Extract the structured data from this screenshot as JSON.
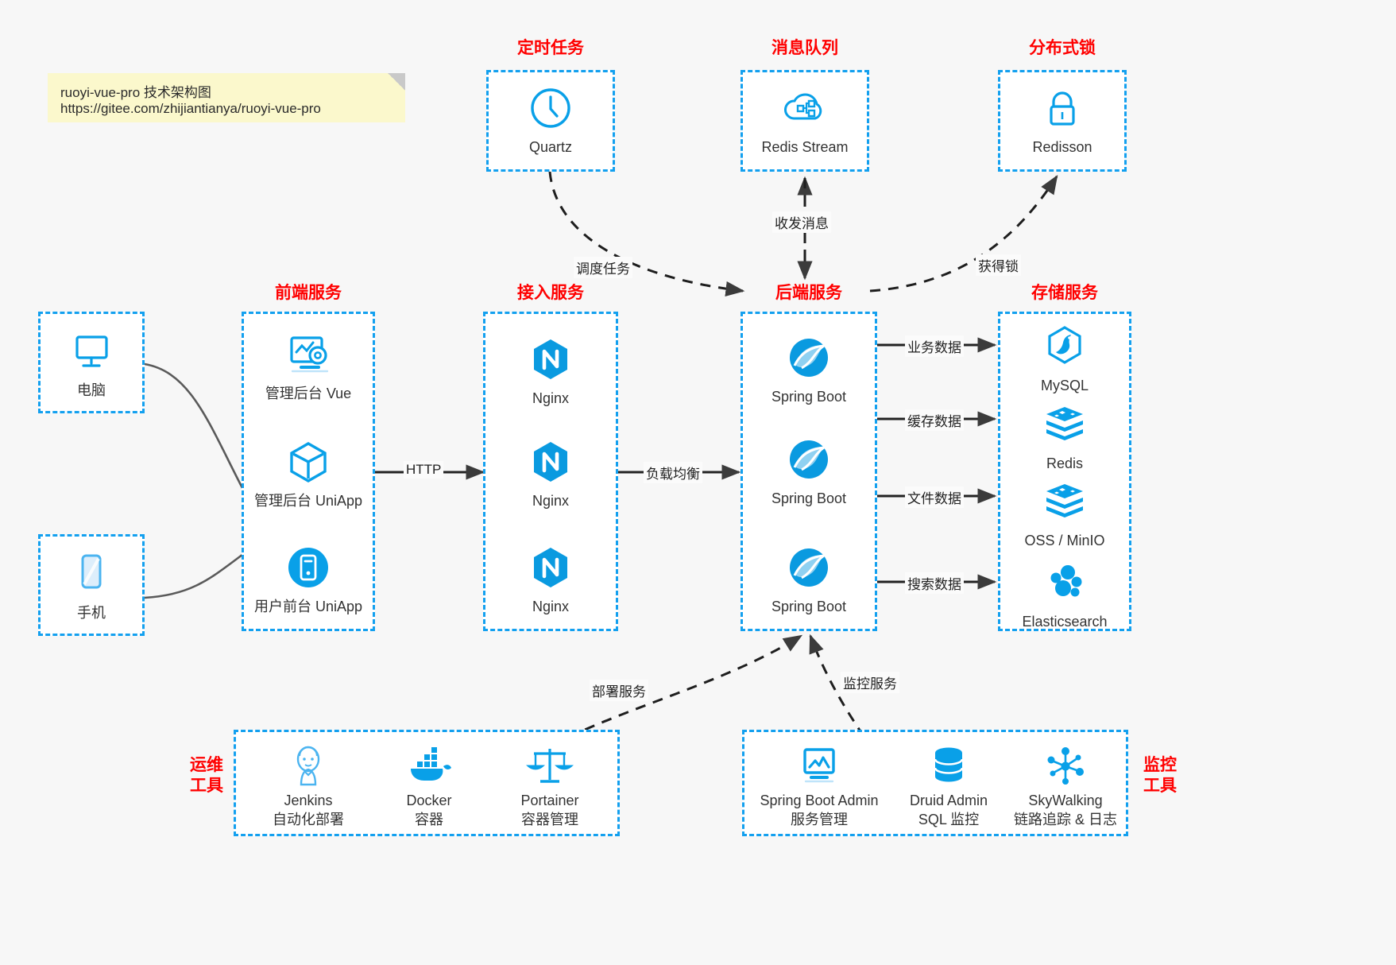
{
  "note": {
    "line1": "ruoyi-vue-pro 技术架构图",
    "line2": "https://gitee.com/zhijiantianya/ruoyi-vue-pro"
  },
  "colors": {
    "brand_blue": "#13a0ef",
    "icon_blue": "#09a0e8",
    "title_red": "#ff0000",
    "canvas": "#f7f7f7",
    "note_yellow": "#fbf8cc",
    "edge_gray": "#4d4d4d"
  },
  "clients": [
    {
      "label": "电脑",
      "icon": "desktop-monitor-icon"
    },
    {
      "label": "手机",
      "icon": "mobile-phone-icon"
    }
  ],
  "groups": {
    "scheduler": {
      "title": "定时任务",
      "nodes": [
        {
          "label": "Quartz",
          "icon": "clock-icon"
        }
      ]
    },
    "mq": {
      "title": "消息队列",
      "nodes": [
        {
          "label": "Redis Stream",
          "icon": "cloud-stream-icon"
        }
      ]
    },
    "lock": {
      "title": "分布式锁",
      "nodes": [
        {
          "label": "Redisson",
          "icon": "lock-icon"
        }
      ]
    },
    "frontend": {
      "title": "前端服务",
      "nodes": [
        {
          "label": "管理后台 Vue",
          "icon": "dashboard-gear-icon"
        },
        {
          "label": "管理后台 UniApp",
          "icon": "cube-icon"
        },
        {
          "label": "用户前台 UniApp",
          "icon": "app-circle-icon"
        }
      ]
    },
    "gateway": {
      "title": "接入服务",
      "nodes": [
        {
          "label": "Nginx",
          "icon": "nginx-icon"
        },
        {
          "label": "Nginx",
          "icon": "nginx-icon"
        },
        {
          "label": "Nginx",
          "icon": "nginx-icon"
        }
      ]
    },
    "backend": {
      "title": "后端服务",
      "nodes": [
        {
          "label": "Spring Boot",
          "icon": "spring-boot-icon"
        },
        {
          "label": "Spring Boot",
          "icon": "spring-boot-icon"
        },
        {
          "label": "Spring Boot",
          "icon": "spring-boot-icon"
        }
      ]
    },
    "storage": {
      "title": "存储服务",
      "nodes": [
        {
          "label": "MySQL",
          "icon": "mysql-icon"
        },
        {
          "label": "Redis",
          "icon": "redis-icon"
        },
        {
          "label": "OSS / MinIO",
          "icon": "oss-minio-icon"
        },
        {
          "label": "Elasticsearch",
          "icon": "elasticsearch-icon"
        }
      ]
    },
    "devops": {
      "title": "运维\n工具",
      "title_l1": "运维",
      "title_l2": "工具",
      "nodes": [
        {
          "name": "Jenkins",
          "desc": "自动化部署",
          "icon": "jenkins-icon"
        },
        {
          "name": "Docker",
          "desc": "容器",
          "icon": "docker-icon"
        },
        {
          "name": "Portainer",
          "desc": "容器管理",
          "icon": "scales-icon"
        }
      ]
    },
    "monitor": {
      "title": "监控\n工具",
      "title_l1": "监控",
      "title_l2": "工具",
      "nodes": [
        {
          "name": "Spring Boot Admin",
          "desc": "服务管理",
          "icon": "monitor-chart-icon"
        },
        {
          "name": "Druid Admin",
          "desc": "SQL 监控",
          "icon": "database-stack-icon"
        },
        {
          "name": "SkyWalking",
          "desc": "链路追踪 & 日志",
          "icon": "skywalking-icon"
        }
      ]
    }
  },
  "edges": {
    "http": "HTTP",
    "load_balance": "负载均衡",
    "schedule_task": "调度任务",
    "mq_messages": "收发消息",
    "acquire_lock": "获得锁",
    "business_data": "业务数据",
    "cache_data": "缓存数据",
    "file_data": "文件数据",
    "search_data": "搜索数据",
    "deploy_service": "部署服务",
    "monitor_service": "监控服务"
  }
}
